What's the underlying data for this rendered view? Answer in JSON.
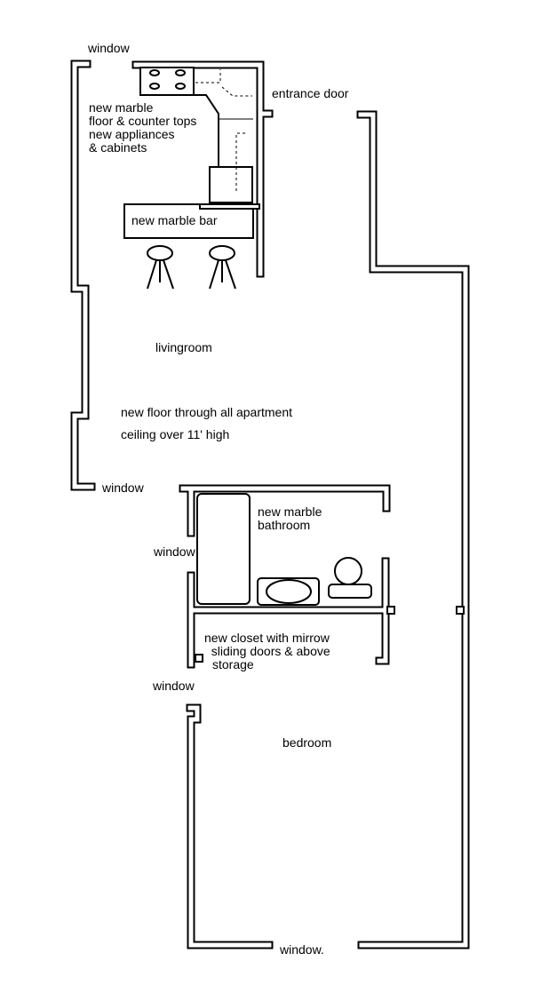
{
  "labels": {
    "window_top": "window",
    "entrance_door": "entrance door",
    "kitchen_note": [
      "new marble",
      "floor & counter tops",
      "new appliances",
      "& cabinets"
    ],
    "bar": "new marble bar",
    "livingroom": "livingroom",
    "floor_note": "new floor through all apartment",
    "ceiling_note": "ceiling over 11' high",
    "window_living": "window",
    "bathroom": [
      "new marble",
      "bathroom"
    ],
    "window_bath": "window",
    "closet": [
      "new closet with mirrow",
      "  sliding doors & above",
      "storage"
    ],
    "window_closet": "window",
    "bedroom": "bedroom",
    "window_bottom": "window."
  }
}
